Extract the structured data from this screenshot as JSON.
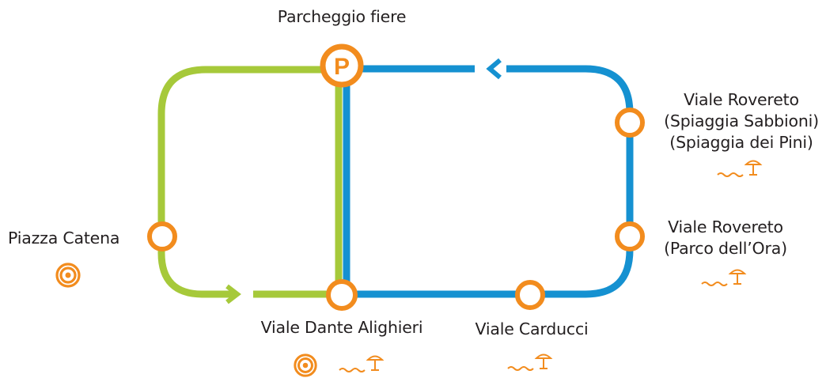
{
  "colors": {
    "green_line": "#a6c93a",
    "blue_line": "#1591d1",
    "stop": "#f28c1e",
    "text": "#231f20"
  },
  "parking": {
    "name": "Parcheggio fiere",
    "symbol": "P"
  },
  "stops": {
    "piazza_catena": {
      "name": "Piazza Catena",
      "amenities": [
        "target-icon"
      ]
    },
    "dante_alighieri": {
      "name": "Viale Dante Alighieri",
      "amenities": [
        "target-icon",
        "beach-umbrella-icon"
      ]
    },
    "carducci": {
      "name": "Viale Carducci",
      "amenities": [
        "beach-umbrella-icon"
      ]
    },
    "rovereto_parco": {
      "name": "Viale Rovereto",
      "sub": "(Parco dell’Ora)",
      "amenities": [
        "beach-umbrella-icon"
      ]
    },
    "rovereto_spiaggia": {
      "name": "Viale Rovereto",
      "sub1": "(Spiaggia Sabbioni)",
      "sub2": "(Spiaggia dei Pini)",
      "amenities": [
        "beach-umbrella-icon"
      ]
    }
  }
}
